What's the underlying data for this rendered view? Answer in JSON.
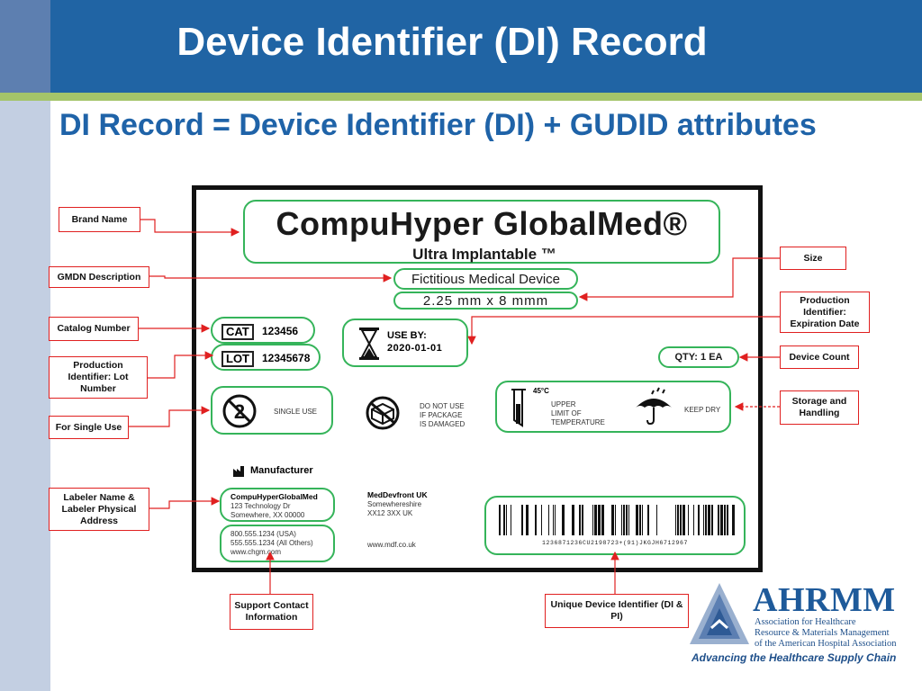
{
  "slide": {
    "title": "Device Identifier (DI) Record",
    "subtitle": "DI Record = Device Identifier (DI) + GUDID attributes"
  },
  "label": {
    "brand": "CompuHyper GlobalMed®",
    "product": "Ultra Implantable ™",
    "gmdn": "Fictitious Medical Device",
    "size": "2.25 mm x 8 mmm",
    "cat_tag": "CAT",
    "cat_value": "123456",
    "lot_tag": "LOT",
    "lot_value": "12345678",
    "use_by_label": "USE BY:",
    "use_by_value": "2020-01-01",
    "qty": "QTY: 1 EA",
    "single_use": "SINGLE USE",
    "damaged_warning": "DO NOT USE\nIF PACKAGE\nIS DAMAGED",
    "temperature": "45°C",
    "temp_limit": "UPPER\nLIMIT OF\nTEMPERATURE",
    "keep_dry": "KEEP DRY",
    "manufacturer_heading": "Manufacturer",
    "labeler_name": "CompuHyperGlobalMed",
    "labeler_address": "123 Technology Dr\nSomewhere, XX 00000",
    "contact": "800.555.1234 (USA)\n555.555.1234 (All Others)\nwww.chgm.com",
    "distributor_name": "MedDevfront UK",
    "distributor_address": "Somewhereshire\nXX12 3XX UK",
    "distributor_web": "www.mdf.co.uk",
    "barcode_text": "1236871236CU2198723+(91)JKGJH6712967"
  },
  "callouts": {
    "brand_name": "Brand Name",
    "gmdn": "GMDN Description",
    "catalog": "Catalog Number",
    "lot": "Production Identifier: Lot Number",
    "single_use": "For Single Use",
    "labeler": "Labeler Name & Labeler Physical Address",
    "support": "Support Contact Information",
    "udi": "Unique Device Identifier (DI & PI)",
    "size": "Size",
    "expiration": "Production Identifier: Expiration Date",
    "count": "Device Count",
    "storage": "Storage and Handling"
  },
  "logo": {
    "name": "AHRMM",
    "tagline": "Association for Healthcare\nResource & Materials Management\nof the American Hospital Association",
    "slogan": "Advancing the Healthcare Supply Chain"
  },
  "colors": {
    "header": "#2064a4",
    "accent_green": "#35b45a",
    "callout_red": "#e02020",
    "rule": "#a4c46a"
  }
}
